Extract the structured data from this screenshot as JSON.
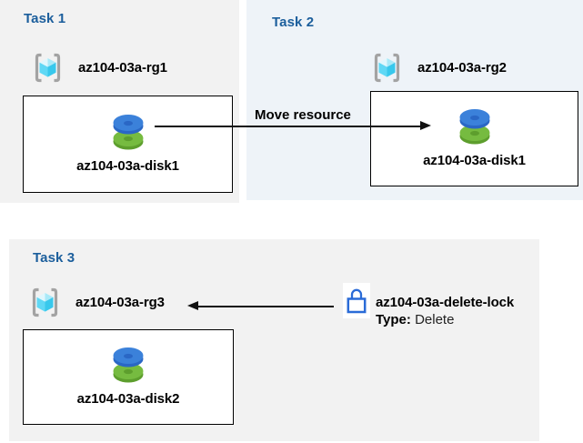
{
  "colors": {
    "panel_gray": "#f2f2f2",
    "panel_blue": "#eef3f8",
    "title_blue": "#1b5e9c",
    "lock_blue": "#2a6bd7",
    "disk_blue": "#3b81da",
    "disk_blue_dark": "#2a67c5",
    "disk_green": "#76bb40",
    "disk_green_dark": "#5d9e2d",
    "bracket_gray": "#a3a3a3",
    "cube_top_light": "#e0f7fd",
    "cube_top_dark": "#a9e9f8",
    "cube_left": "#5fd8f5",
    "cube_right": "#38c8ec"
  },
  "tasks": {
    "task1": {
      "title": "Task 1",
      "resource_group": "az104-03a-rg1",
      "disk": "az104-03a-disk1"
    },
    "task2": {
      "title": "Task 2",
      "resource_group": "az104-03a-rg2",
      "disk": "az104-03a-disk1"
    },
    "task3": {
      "title": "Task 3",
      "resource_group": "az104-03a-rg3",
      "disk": "az104-03a-disk2"
    }
  },
  "labels": {
    "move_resource": "Move resource"
  },
  "lock": {
    "name": "az104-03a-delete-lock",
    "type_label": "Type:",
    "type_value": "Delete"
  },
  "icons": {
    "resource_group": "resource-group-icon",
    "disk": "disk-icon",
    "lock": "lock-icon",
    "move_arrow": "arrow-right-icon",
    "lock_arrow": "arrow-left-icon"
  }
}
